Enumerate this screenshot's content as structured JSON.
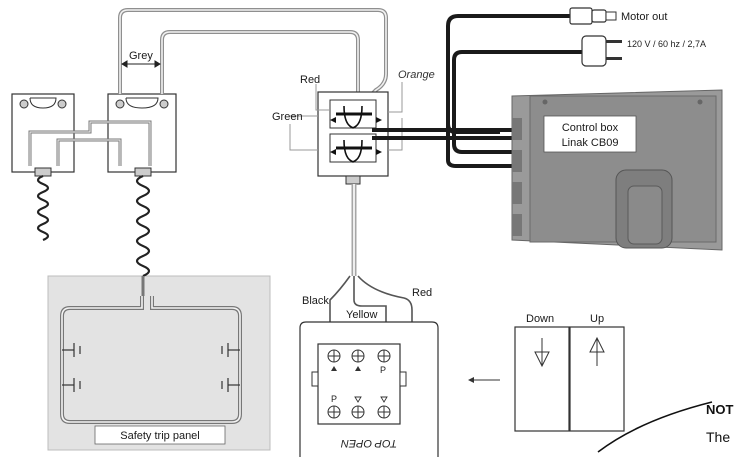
{
  "labels": {
    "grey": "Grey",
    "red_top": "Red",
    "green": "Green",
    "orange": "Orange",
    "motor_out": "Motor out",
    "power_spec": "120 V / 60 hz / 2,7A",
    "control_box_line1": "Control box",
    "control_box_line2": "Linak CB09",
    "black": "Black",
    "yellow": "Yellow",
    "red_bottom": "Red",
    "down": "Down",
    "up": "Up",
    "safety_trip_panel": "Safety trip panel",
    "note_partial": "NOT",
    "note_text_partial": "The",
    "note_text_partial_2": "",
    "terminal_p_top": "P",
    "terminal_p_bottom": "P",
    "upside_down_text": "TOP OPEN"
  },
  "colors": {
    "wire_black": "#1a1a1a",
    "wire_grey": "#9a9a9a",
    "control_box": "#8e8e8e",
    "panel_bg": "#e2e2e2"
  }
}
